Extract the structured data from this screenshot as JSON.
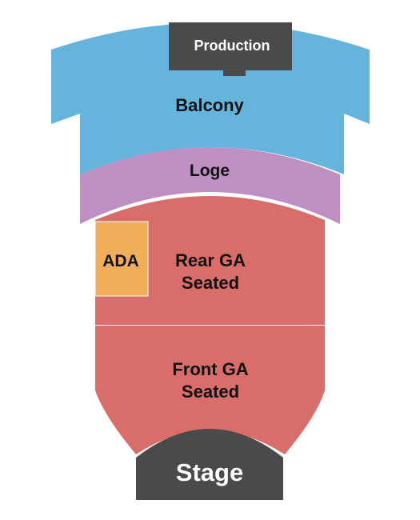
{
  "sections": {
    "production": {
      "label": "Production",
      "color": "#4a4a4a"
    },
    "balcony": {
      "label": "Balcony",
      "color": "#64b4dc"
    },
    "loge": {
      "label": "Loge",
      "color": "#bd8fc2"
    },
    "ada": {
      "label": "ADA",
      "color": "#f2ad5b"
    },
    "rear_ga": {
      "label_line1": "Rear GA",
      "label_line2": "Seated",
      "color": "#d96d6a"
    },
    "front_ga": {
      "label_line1": "Front GA",
      "label_line2": "Seated",
      "color": "#d96d6a"
    },
    "stage": {
      "label": "Stage",
      "color": "#4a4a4a"
    }
  }
}
